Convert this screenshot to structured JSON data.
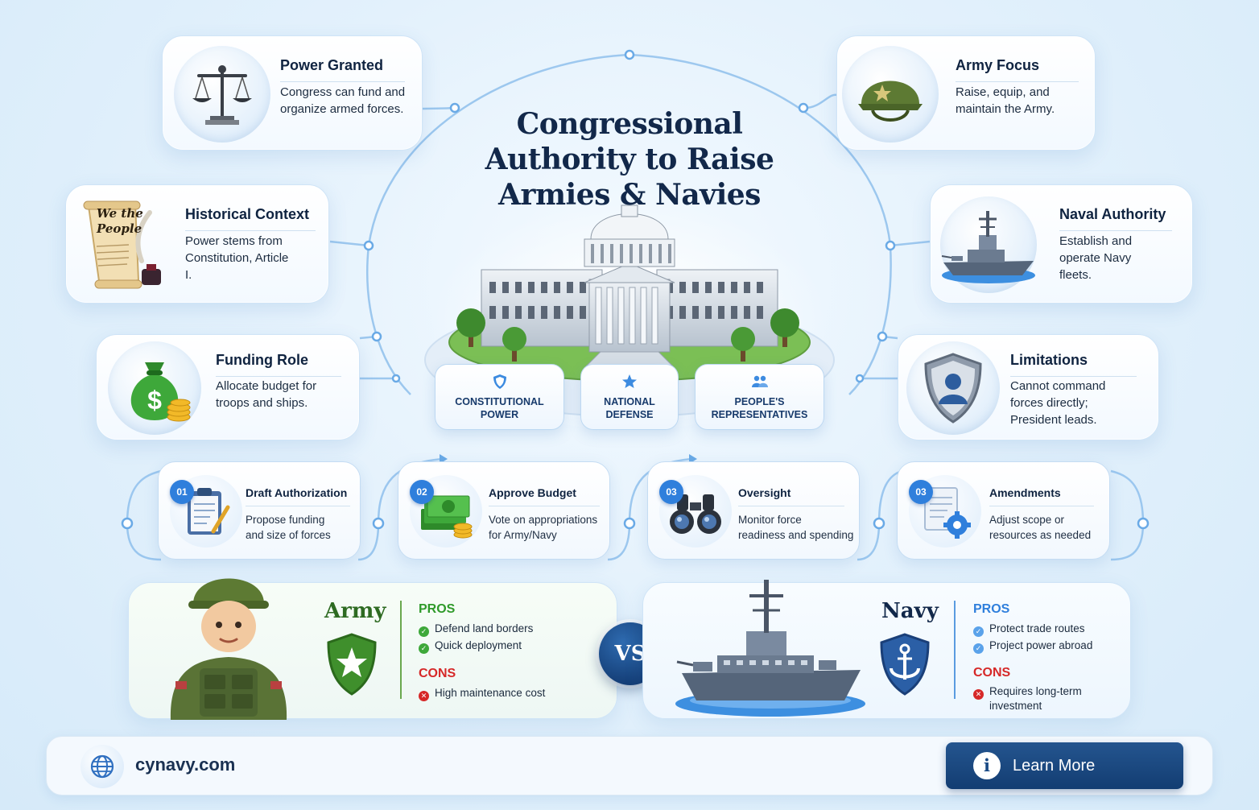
{
  "title": "Congressional Authority to Raise Armies & Navies",
  "cards": {
    "power_granted": {
      "title": "Power Granted",
      "desc": "Congress can fund and organize armed forces."
    },
    "historical": {
      "title": "Historical Context",
      "desc": "Power stems from Constitution, Article I.",
      "scroll_text": "We the People"
    },
    "funding": {
      "title": "Funding Role",
      "desc": "Allocate budget for troops and ships."
    },
    "army_focus": {
      "title": "Army Focus",
      "desc": "Raise, equip, and maintain the Army."
    },
    "naval": {
      "title": "Naval Authority",
      "desc": "Establish and operate Navy fleets."
    },
    "limitations": {
      "title": "Limitations",
      "desc": "Cannot command forces directly; President leads."
    }
  },
  "pills": [
    {
      "line1": "CONSTITUTIONAL",
      "line2": "POWER",
      "icon": "shield-icon"
    },
    {
      "line1": "NATIONAL",
      "line2": "DEFENSE",
      "icon": "star-icon"
    },
    {
      "line1": "PEOPLE'S",
      "line2": "REPRESENTATIVES",
      "icon": "people-icon"
    }
  ],
  "steps": [
    {
      "num": "01",
      "title": "Draft Authorization",
      "desc1": "Propose funding",
      "desc2": "and size of forces",
      "icon": "clipboard-icon"
    },
    {
      "num": "02",
      "title": "Approve Budget",
      "desc1": "Vote on appropriations",
      "desc2": "for Army/Navy",
      "icon": "money-icon"
    },
    {
      "num": "03",
      "title": "Oversight",
      "desc1": "Monitor force",
      "desc2": "readiness and spending",
      "icon": "binoculars-icon"
    },
    {
      "num": "03",
      "title": "Amendments",
      "desc1": "Adjust scope or",
      "desc2": "resources as needed",
      "icon": "document-gear-icon"
    }
  ],
  "army": {
    "name": "Army",
    "pros_label": "PROS",
    "pros": [
      "Defend land borders",
      "Quick deployment"
    ],
    "cons_label": "CONS",
    "cons": [
      "High maintenance cost"
    ]
  },
  "vs": "VS",
  "navy": {
    "name": "Navy",
    "pros_label": "PROS",
    "pros": [
      "Protect trade routes",
      "Project power abroad"
    ],
    "cons_label": "CONS",
    "cons": [
      "Requires long-term",
      "investment"
    ]
  },
  "footer": {
    "site": "cynavy.com",
    "button": "Learn More",
    "info_glyph": "i"
  },
  "colors": {
    "navy_blue": "#133d72",
    "army_green": "#2e6b22",
    "accent_blue": "#2f7fdc",
    "cons_red": "#d62828",
    "pros_green": "#3ea83a"
  }
}
